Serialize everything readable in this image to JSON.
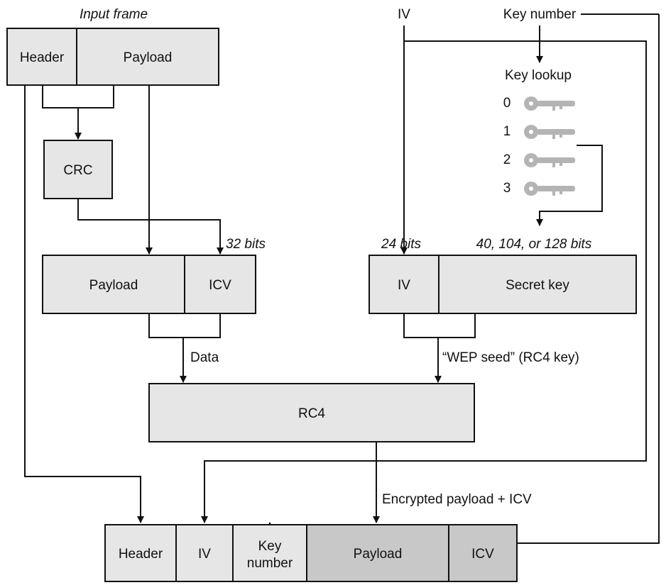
{
  "input_frame": {
    "caption": "Input frame",
    "header": "Header",
    "payload": "Payload"
  },
  "crc": "CRC",
  "icv_bits": "32 bits",
  "plaintext_block": {
    "payload": "Payload",
    "icv": "ICV"
  },
  "data_label": "Data",
  "iv_top": "IV",
  "key_number_top": "Key number",
  "key_lookup": {
    "title": "Key lookup",
    "keys": [
      "0",
      "1",
      "2",
      "3"
    ],
    "icon": "key-icon"
  },
  "iv_bits": "24 bits",
  "key_bits": "40, 104, or 128 bits",
  "seed_block": {
    "iv": "IV",
    "secret_key": "Secret key"
  },
  "seed_label": "“WEP seed” (RC4 key)",
  "rc4": "RC4",
  "encrypted_label": "Encrypted payload + ICV",
  "output_frame": {
    "header": "Header",
    "iv": "IV",
    "key_number_line1": "Key",
    "key_number_line2": "number",
    "payload": "Payload",
    "icv": "ICV"
  },
  "colors": {
    "box_fill": "#e6e6e6",
    "encrypted_fill": "#c8c8c8",
    "key_icon": "#b4b4b4",
    "line": "#111111"
  }
}
